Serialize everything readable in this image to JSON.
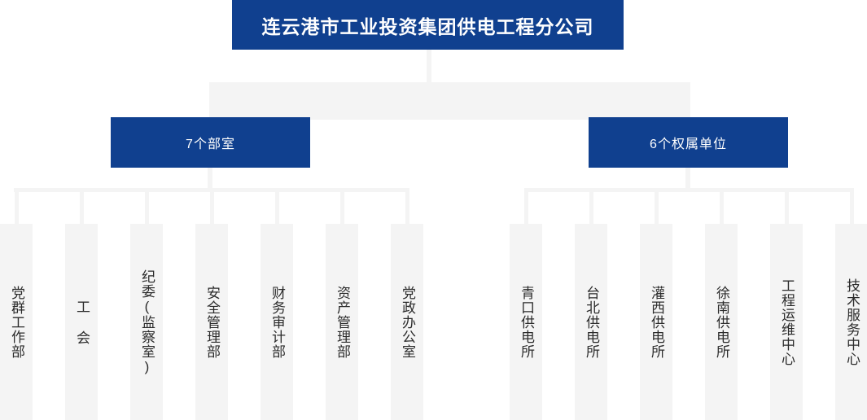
{
  "chart": {
    "type": "org-chart",
    "title": "连云港市工业投资集团供电工程分公司",
    "colors": {
      "node_blue": "#10408f",
      "connector_grey": "#f4f4f4",
      "leaf_fill": "#f4f4f4",
      "leaf_text": "#2b2b2b",
      "node_text": "#ffffff",
      "background": "#ffffff"
    },
    "root": {
      "label": "连云港市工业投资集团供电工程分公司"
    },
    "branches": [
      {
        "id": "departments",
        "label": "7个部室",
        "count": 7,
        "children": [
          {
            "label": "党群工作部"
          },
          {
            "label": "工 会"
          },
          {
            "label": "纪委(监察室)"
          },
          {
            "label": "安全管理部"
          },
          {
            "label": "财务审计部"
          },
          {
            "label": "资产管理部"
          },
          {
            "label": "党政办公室"
          }
        ]
      },
      {
        "id": "affiliated-units",
        "label": "6个权属单位",
        "count": 6,
        "children": [
          {
            "label": "青口供电所"
          },
          {
            "label": "台北供电所"
          },
          {
            "label": "灌西供电所"
          },
          {
            "label": "徐南供电所"
          },
          {
            "label": "工程运维中心"
          },
          {
            "label": "技术服务中心"
          }
        ]
      }
    ]
  }
}
